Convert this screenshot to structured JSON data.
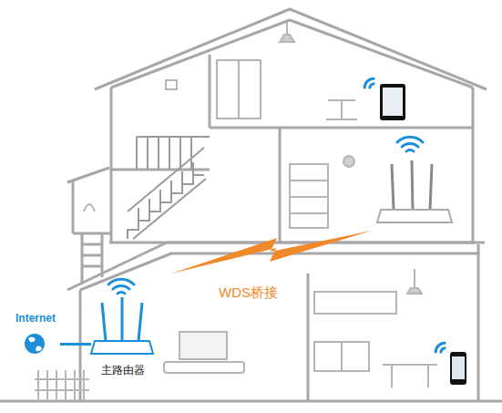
{
  "diagram": {
    "nodes": [
      {
        "text": [
          "Internet"
        ]
      },
      {
        "text": [
          "主路由器"
        ]
      }
    ],
    "edges": [
      {
        "from": 0,
        "to": 1,
        "arrow": "none"
      }
    ],
    "labels": [
      "WDS桥接"
    ]
  }
}
